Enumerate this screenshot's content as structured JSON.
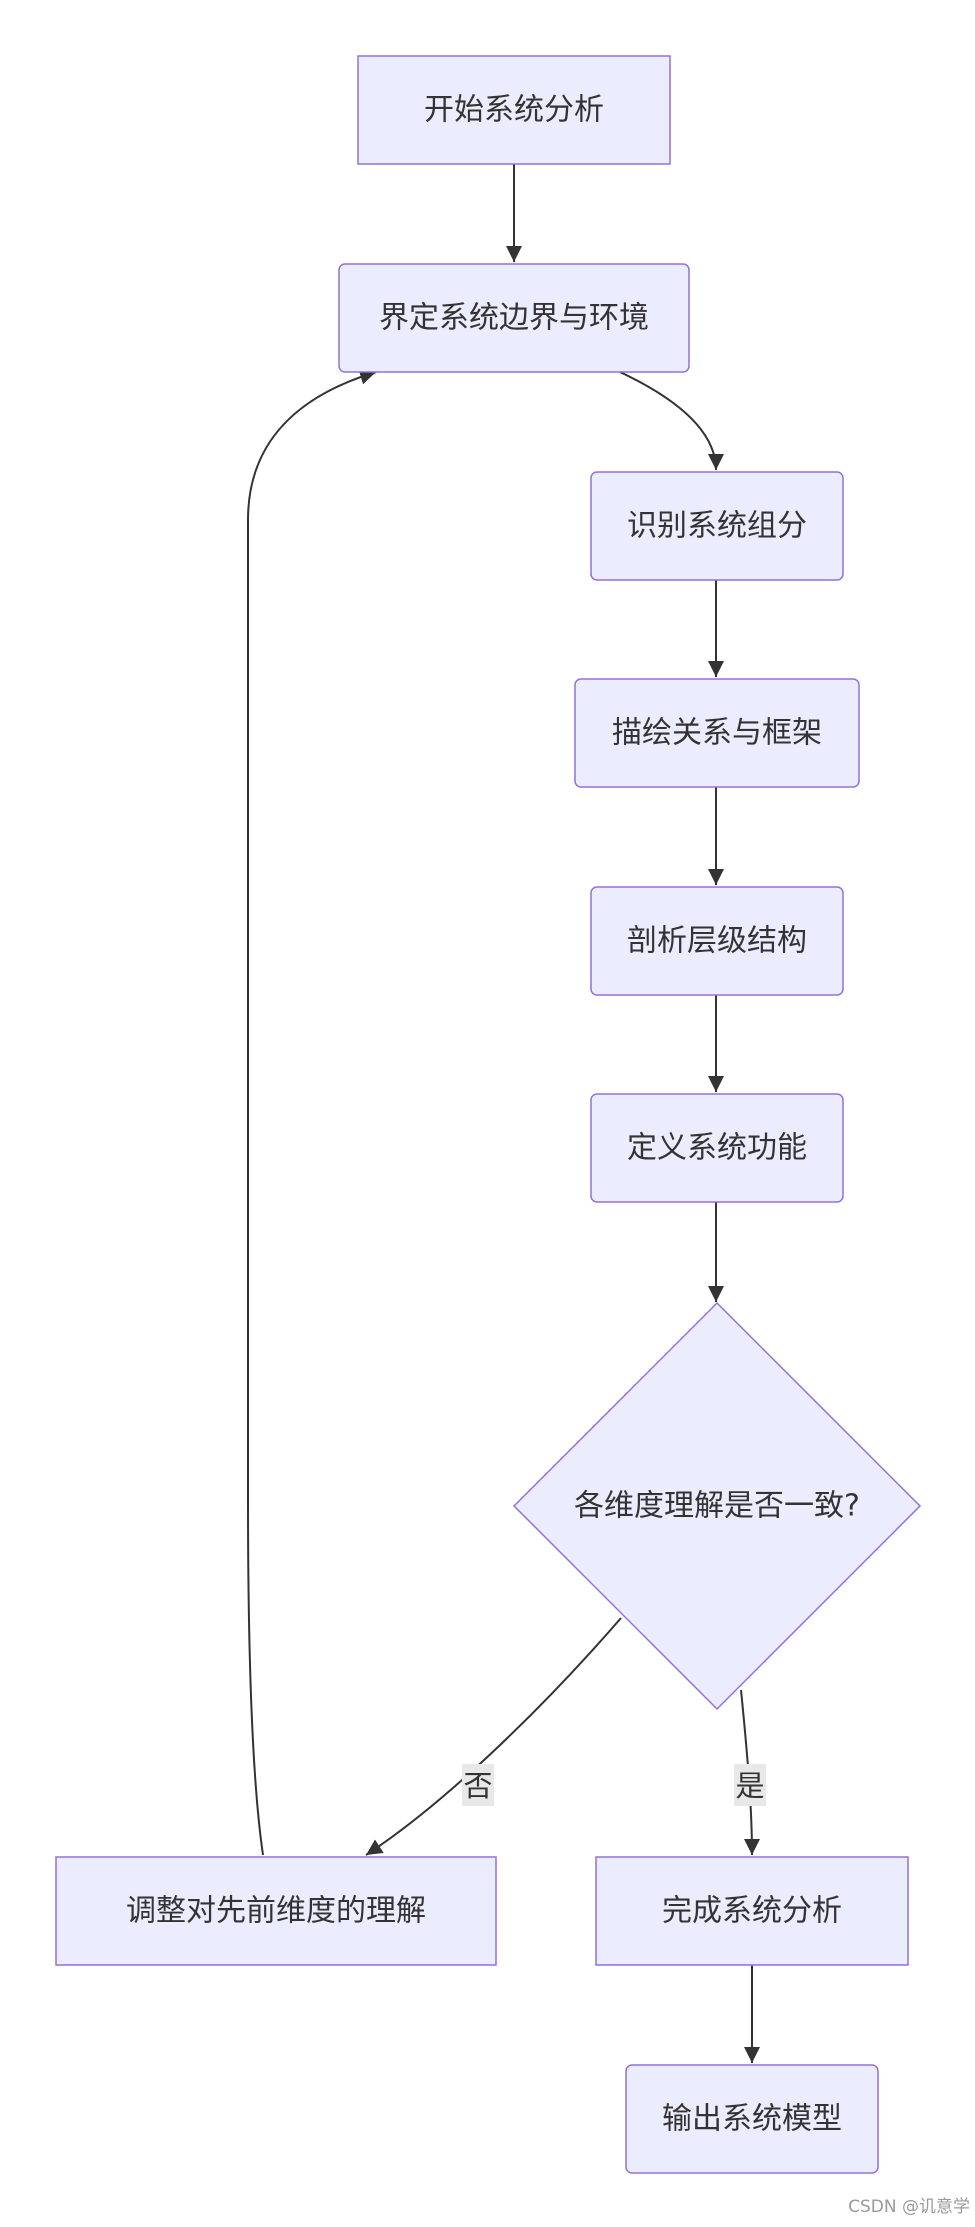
{
  "nodes": {
    "start": "开始系统分析",
    "boundary": "界定系统边界与环境",
    "identify": "识别系统组分",
    "relations": "描绘关系与框架",
    "hierarchy": "剖析层级结构",
    "functions": "定义系统功能",
    "decision": "各维度理解是否一致?",
    "adjust": "调整对先前维度的理解",
    "complete": "完成系统分析",
    "output": "输出系统模型"
  },
  "edges": {
    "no_label": "否",
    "yes_label": "是"
  },
  "watermark": "CSDN @讥意学",
  "colors": {
    "node_fill": "#ececff",
    "node_stroke": "#9370db",
    "edge": "#333333",
    "text": "#333333"
  }
}
